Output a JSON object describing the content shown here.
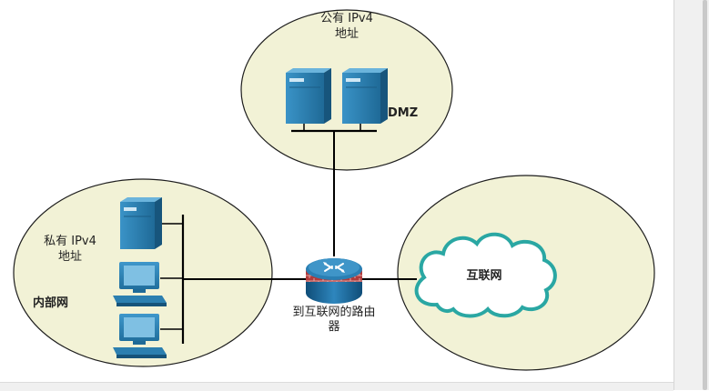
{
  "zones": {
    "dmz": {
      "title_line1": "公有 IPv4",
      "title_line2": "地址",
      "name": "DMZ"
    },
    "private": {
      "title_line1": "私有 IPv4",
      "title_line2": "地址",
      "name": "内部网"
    },
    "internet": {
      "cloud_label": "互联网"
    }
  },
  "router": {
    "label_line1": "到互联网的路由",
    "label_line2": "器"
  },
  "colors": {
    "zone_fill": "#f2f2d6",
    "zone_stroke": "#1e1e1e",
    "server_blue": "#2c7fb0",
    "cloud_stroke": "#2aa7a3",
    "router_brick": "#b23a3a"
  }
}
